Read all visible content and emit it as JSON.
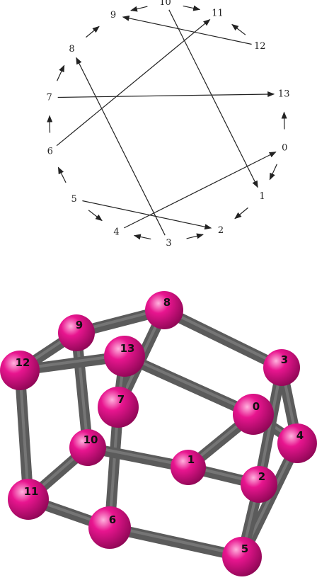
{
  "colors": {
    "ink": "#222222",
    "node": "#e8158f",
    "node_highlight": "#ffb3de",
    "node_shadow": "#8a0652",
    "rod": "#5b5b5b",
    "rod_highlight": "#8c8c8c"
  },
  "circle_graph": {
    "vertices": [
      {
        "id": 0,
        "label": "0"
      },
      {
        "id": 1,
        "label": "1"
      },
      {
        "id": 2,
        "label": "2"
      },
      {
        "id": 3,
        "label": "3"
      },
      {
        "id": 4,
        "label": "4"
      },
      {
        "id": 5,
        "label": "5"
      },
      {
        "id": 6,
        "label": "6"
      },
      {
        "id": 7,
        "label": "7"
      },
      {
        "id": 8,
        "label": "8"
      },
      {
        "id": 9,
        "label": "9"
      },
      {
        "id": 10,
        "label": "10"
      },
      {
        "id": 11,
        "label": "11"
      },
      {
        "id": 12,
        "label": "12"
      },
      {
        "id": 13,
        "label": "13"
      }
    ],
    "arrows": [
      {
        "from": 0,
        "to": 1
      },
      {
        "from": 1,
        "to": 2
      },
      {
        "from": 3,
        "to": 2
      },
      {
        "from": 3,
        "to": 4
      },
      {
        "from": 5,
        "to": 4
      },
      {
        "from": 5,
        "to": 6
      },
      {
        "from": 6,
        "to": 7
      },
      {
        "from": 7,
        "to": 8
      },
      {
        "from": 8,
        "to": 9
      },
      {
        "from": 10,
        "to": 9
      },
      {
        "from": 10,
        "to": 11
      },
      {
        "from": 12,
        "to": 11
      },
      {
        "from": 0,
        "to": 13
      },
      {
        "from": 5,
        "to": 2
      },
      {
        "from": 4,
        "to": 0
      },
      {
        "from": 3,
        "to": 8
      },
      {
        "from": 6,
        "to": 11
      },
      {
        "from": 7,
        "to": 13
      },
      {
        "from": 10,
        "to": 1
      },
      {
        "from": 12,
        "to": 9
      }
    ]
  },
  "molecule": {
    "atoms": [
      {
        "id": 0,
        "label": "0"
      },
      {
        "id": 1,
        "label": "1"
      },
      {
        "id": 2,
        "label": "2"
      },
      {
        "id": 3,
        "label": "3"
      },
      {
        "id": 4,
        "label": "4"
      },
      {
        "id": 5,
        "label": "5"
      },
      {
        "id": 6,
        "label": "6"
      },
      {
        "id": 7,
        "label": "7"
      },
      {
        "id": 8,
        "label": "8"
      },
      {
        "id": 9,
        "label": "9"
      },
      {
        "id": 10,
        "label": "10"
      },
      {
        "id": 11,
        "label": "11"
      },
      {
        "id": 12,
        "label": "12"
      },
      {
        "id": 13,
        "label": "13"
      }
    ],
    "bonds": [
      [
        8,
        9
      ],
      [
        8,
        3
      ],
      [
        8,
        7
      ],
      [
        9,
        12
      ],
      [
        9,
        10
      ],
      [
        12,
        13
      ],
      [
        12,
        11
      ],
      [
        13,
        0
      ],
      [
        13,
        7
      ],
      [
        7,
        6
      ],
      [
        10,
        11
      ],
      [
        10,
        1
      ],
      [
        1,
        0
      ],
      [
        1,
        2
      ],
      [
        0,
        4
      ],
      [
        3,
        4
      ],
      [
        3,
        2
      ],
      [
        4,
        5
      ],
      [
        2,
        5
      ],
      [
        11,
        6
      ],
      [
        6,
        5
      ]
    ]
  }
}
